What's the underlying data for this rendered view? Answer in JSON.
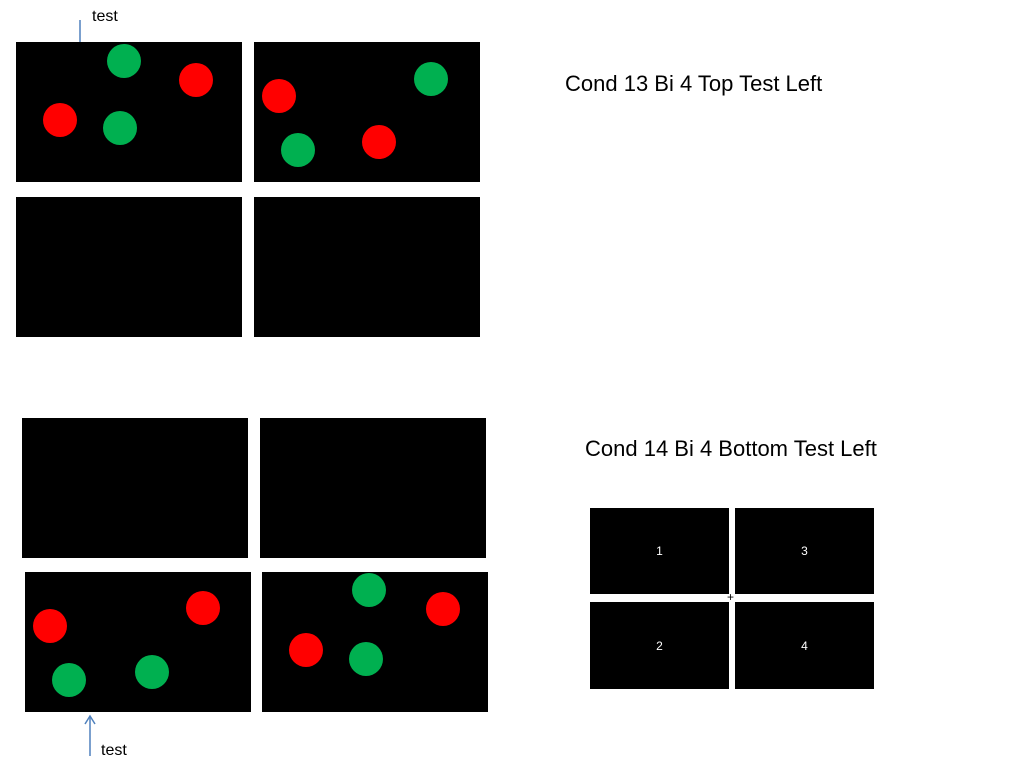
{
  "top_condition": {
    "title": "Cond 13 Bi 4 Top Test Left",
    "arrow_label": "test"
  },
  "bottom_condition": {
    "title": "Cond 14 Bi 4 Bottom Test Left",
    "arrow_label": "test"
  },
  "legend": {
    "quadrants": [
      "1",
      "3",
      "2",
      "4"
    ],
    "fixation": "+"
  },
  "colors": {
    "panel": "#000000",
    "red_dot": "#ff0000",
    "green_dot": "#00b050",
    "arrow": "#4f81bd"
  }
}
